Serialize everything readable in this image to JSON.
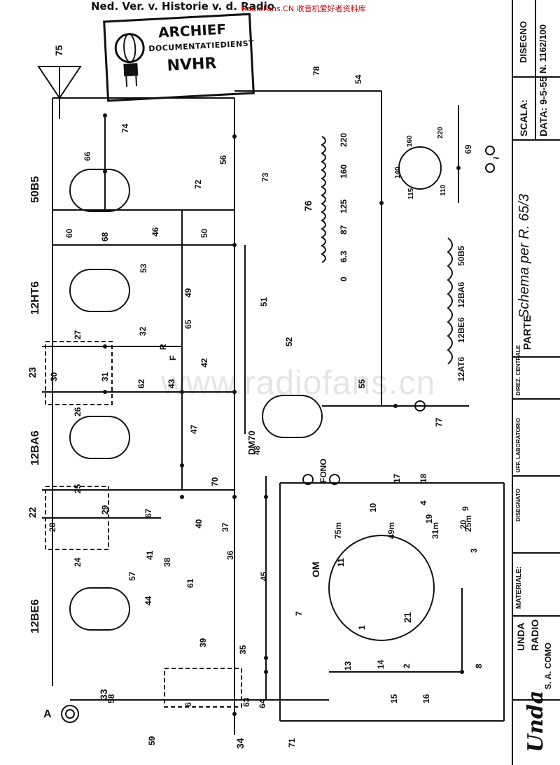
{
  "header": {
    "top_text": "Ned. Ver. v. Historie v. d. Radio",
    "source_watermark": "收音机爱好者资料库",
    "source_site": "RadioFans.CN",
    "site_watermark": "www.radiofans.cn"
  },
  "stamp": {
    "line1": "ARCHIEF",
    "line2": "DOCUMENTATIEDIENST",
    "line3": "NVHR"
  },
  "title_block": {
    "disegno_label": "DISEGNO",
    "disegno_number": "N. 1162/100",
    "scala_label": "SCALA:",
    "data_label": "DATA: 9-5-55",
    "parte_label": "PARTE",
    "parte_value": "Schema per R. 65/3",
    "materiale_label": "MATERIALE:",
    "disegnato_label": "DISEGNATO",
    "ufficio_label": "UFF. LABORATORIO",
    "direz_label": "DIREZ. CENTRALE",
    "company_line1": "UNDA",
    "company_line2": "RADIO",
    "company_line3": "S. A. COMO",
    "logo_text": "Unda"
  },
  "tubes": {
    "t1": "50B5",
    "t2": "12HT6",
    "t3": "12BA6",
    "t4": "12BE6",
    "t5": "DM70"
  },
  "heater_chain": [
    "50B5",
    "12BA6",
    "12BE6",
    "12AT6"
  ],
  "transformer": {
    "name": "76",
    "taps": [
      "220",
      "160",
      "125",
      "87",
      "6.3",
      "0"
    ]
  },
  "plug_labels": [
    "160",
    "220",
    "140",
    "115",
    "110"
  ],
  "labels": {
    "antenna": "A",
    "fono": "FONO",
    "om": "OM",
    "band_75": "75m",
    "band_49": "49m",
    "band_31": "31m",
    "band_25": "25m",
    "rf": "R",
    "ff": "F",
    "mains": "~"
  },
  "components": [
    "1",
    "2",
    "3",
    "4",
    "6",
    "7",
    "8",
    "9",
    "10",
    "11",
    "13",
    "14",
    "15",
    "16",
    "17",
    "18",
    "19",
    "20",
    "21",
    "22",
    "23",
    "24",
    "25",
    "26",
    "27",
    "28",
    "29",
    "30",
    "31",
    "32",
    "33",
    "34",
    "35",
    "36",
    "37",
    "38",
    "39",
    "40",
    "41",
    "42",
    "43",
    "44",
    "45",
    "46",
    "47",
    "48",
    "49",
    "50",
    "51",
    "52",
    "53",
    "54",
    "55",
    "56",
    "57",
    "58",
    "59",
    "60",
    "61",
    "62",
    "63",
    "64",
    "65",
    "66",
    "67",
    "68",
    "69",
    "70",
    "71",
    "72",
    "73",
    "74",
    "75",
    "77",
    "78"
  ]
}
